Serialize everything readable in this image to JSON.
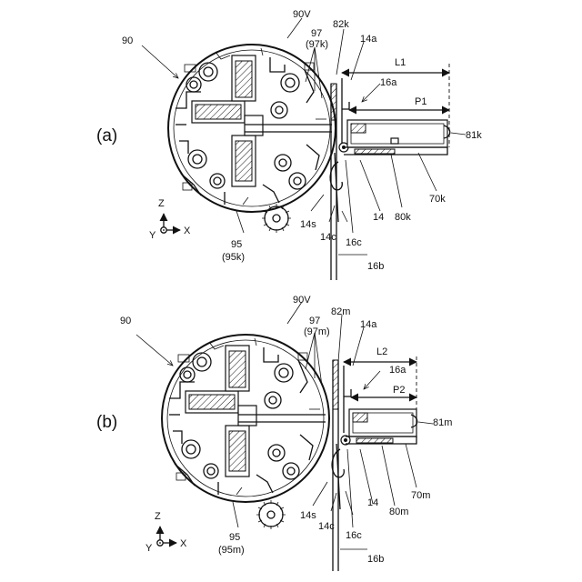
{
  "figure": {
    "panels": [
      {
        "id": "a",
        "panel_label": "(a)",
        "labels": {
          "assembly": "90",
          "unit_v": "90V",
          "part_97": "97",
          "part_97_sub": "(97k)",
          "part_82": "82k",
          "part_14a": "14a",
          "dim_L": "L1",
          "part_16a": "16a",
          "dim_P": "P1",
          "part_81": "81k",
          "part_70": "70k",
          "part_80": "80k",
          "part_14": "14",
          "part_14s": "14s",
          "part_14c": "14c",
          "part_16c": "16c",
          "part_16b": "16b",
          "part_95": "95",
          "part_95_sub": "(95k)"
        },
        "axes": {
          "z": "Z",
          "y": "Y",
          "x": "X"
        }
      },
      {
        "id": "b",
        "panel_label": "(b)",
        "labels": {
          "assembly": "90",
          "unit_v": "90V",
          "part_97": "97",
          "part_97_sub": "(97m)",
          "part_82": "82m",
          "part_14a": "14a",
          "dim_L": "L2",
          "part_16a": "16a",
          "dim_P": "P2",
          "part_81": "81m",
          "part_70": "70m",
          "part_80": "80m",
          "part_14": "14",
          "part_14s": "14s",
          "part_14c": "14c",
          "part_16c": "16c",
          "part_16b": "16b",
          "part_95": "95",
          "part_95_sub": "(95m)"
        },
        "axes": {
          "z": "Z",
          "y": "Y",
          "x": "X"
        }
      }
    ]
  }
}
